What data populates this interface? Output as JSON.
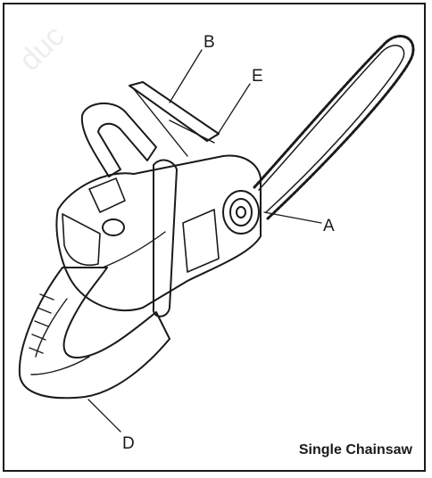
{
  "watermark_text": "duc",
  "labels": {
    "a": "A",
    "b": "B",
    "d": "D",
    "e": "E"
  },
  "caption": "Single Chainsaw",
  "colors": {
    "line": "#1a1a1a",
    "background": "#ffffff"
  }
}
